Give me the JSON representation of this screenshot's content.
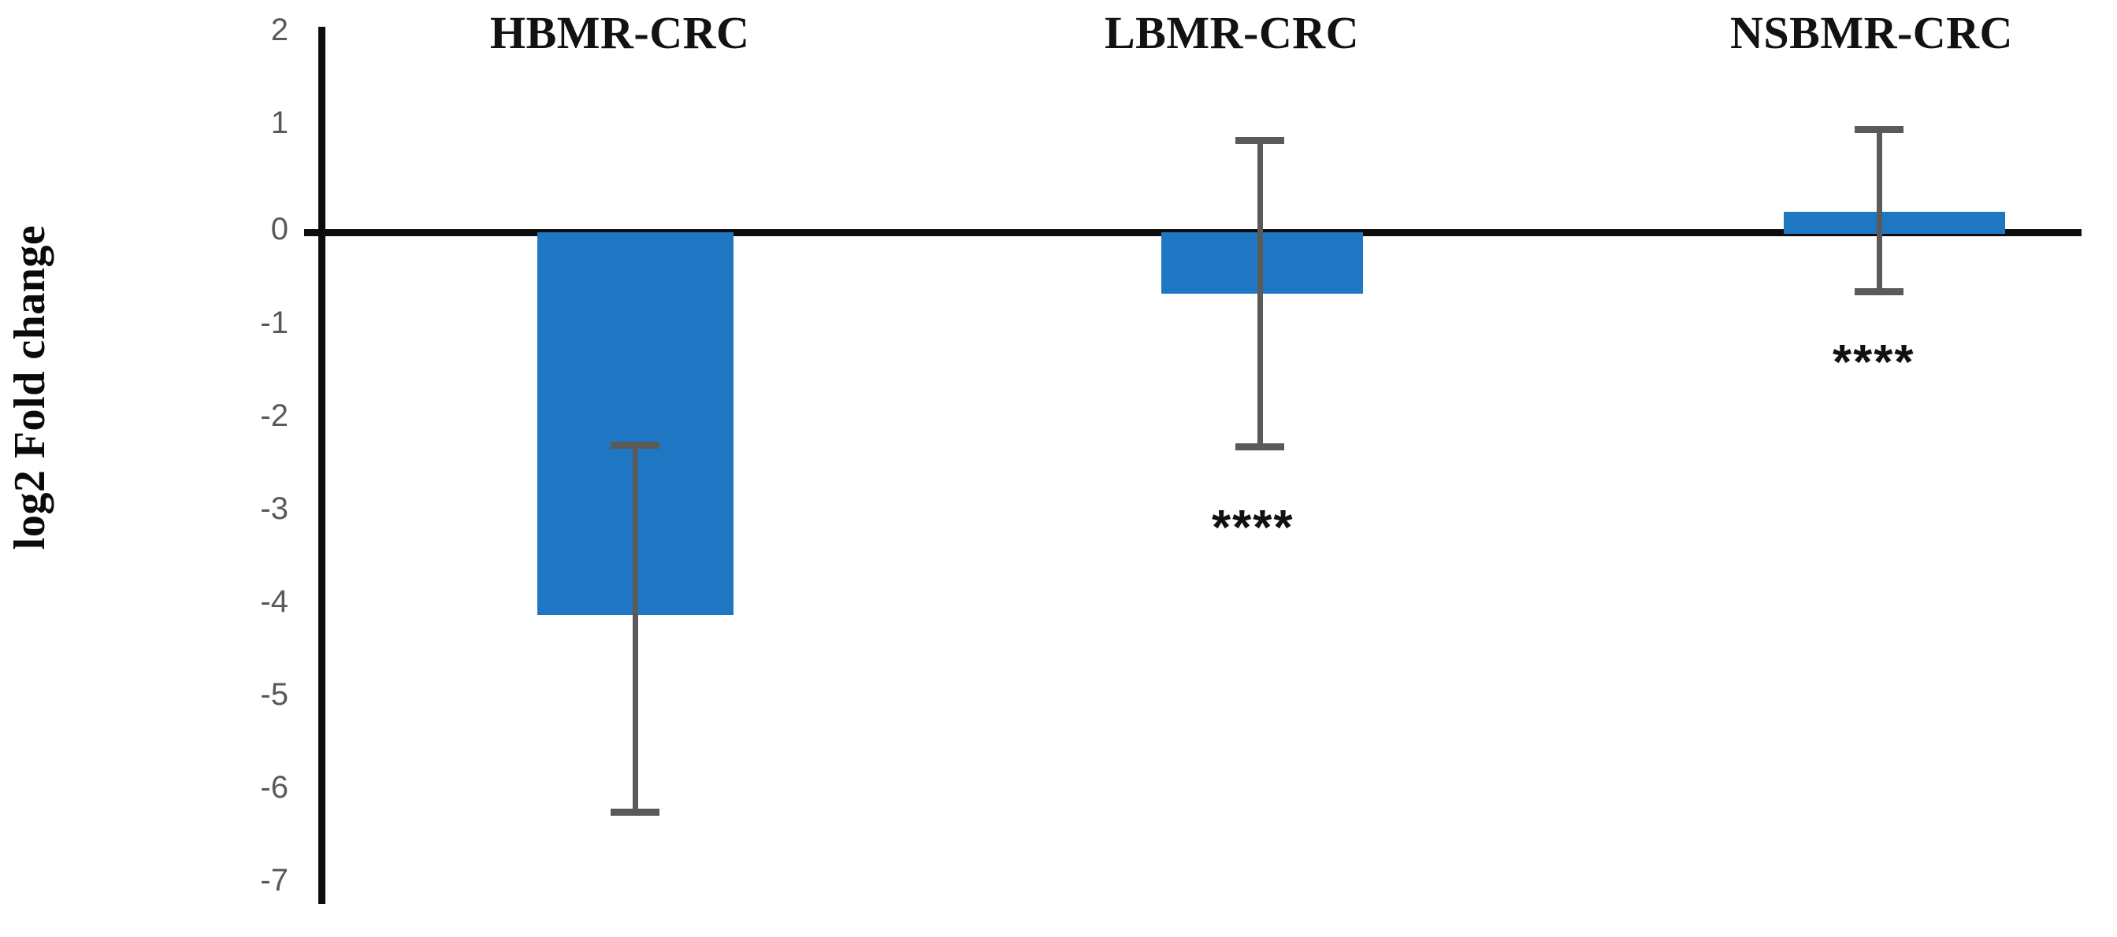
{
  "chart_data": {
    "type": "bar",
    "title": "",
    "xlabel": "",
    "ylabel": "log2 Fold change",
    "ylim": [
      -7,
      2
    ],
    "yticks": [
      2,
      1,
      0,
      -1,
      -2,
      -3,
      -4,
      -5,
      -6,
      -7
    ],
    "ytick_labels": [
      "2",
      "1",
      "0",
      "-1",
      "-2",
      "-3",
      "-4",
      "-5",
      "-6",
      "-7"
    ],
    "grid": false,
    "legend": "none",
    "bar_color": "#1f77c4",
    "error_color": "#5a5a5a",
    "axis_color": "#0d0d0d",
    "categories": [
      "HBMR-CRC",
      "LBMR-CRC",
      "NSBMR-CRC"
    ],
    "values": [
      -4.15,
      -0.66,
      0.22
    ],
    "error_upper": [
      -2.3,
      1.0,
      1.12
    ],
    "error_lower": [
      -6.0,
      -2.35,
      -0.63
    ],
    "annotations": [
      "",
      "****",
      "****"
    ],
    "series": [
      {
        "name": "log2 Fold change",
        "points": [
          {
            "category": "HBMR-CRC",
            "value": -4.15,
            "err_high": -2.3,
            "err_low": -6.0,
            "significance": ""
          },
          {
            "category": "LBMR-CRC",
            "value": -0.66,
            "err_high": 1.0,
            "err_low": -2.35,
            "significance": "****"
          },
          {
            "category": "NSBMR-CRC",
            "value": 0.22,
            "err_high": 1.12,
            "err_low": -0.63,
            "significance": "****"
          }
        ]
      }
    ]
  },
  "axis": {
    "y_title": "log2 Fold change",
    "ticks": [
      {
        "label": "2"
      },
      {
        "label": "1"
      },
      {
        "label": "0"
      },
      {
        "label": "-1"
      },
      {
        "label": "-2"
      },
      {
        "label": "-3"
      },
      {
        "label": "-4"
      },
      {
        "label": "-5"
      },
      {
        "label": "-6"
      },
      {
        "label": "-7"
      }
    ]
  },
  "groups": [
    {
      "label": "HBMR-CRC",
      "significance": ""
    },
    {
      "label": "LBMR-CRC",
      "significance": "****"
    },
    {
      "label": "NSBMR-CRC",
      "significance": "****"
    }
  ]
}
